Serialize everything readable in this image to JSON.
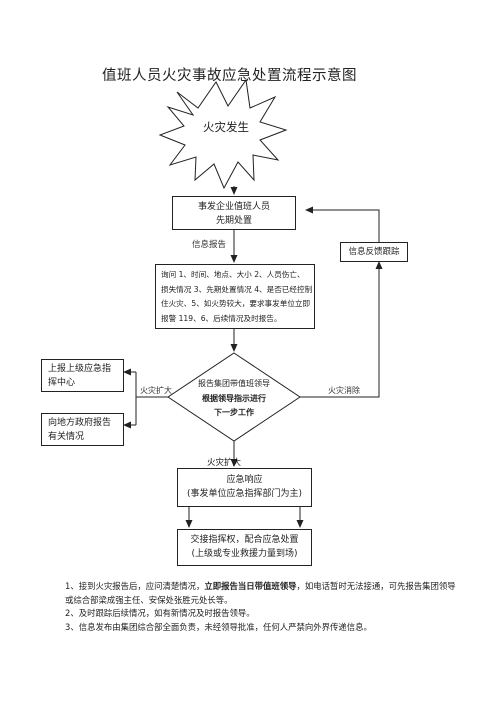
{
  "title": "值班人员火灾事故应急处置流程示意图",
  "start_node": "火灾发生",
  "box_initial": {
    "line1": "事发企业值班人员",
    "line2": "先期处置"
  },
  "label_info_report": "信息报告",
  "box_inquiry": {
    "line1": "询问 1、时间、地点、大小 2、人员伤亡、",
    "line2": "损失情况 3、先期处置情况 4、是否已经控制",
    "line3": "住火灾、5、如火势较大，要求事发单位立即",
    "line4": "报警 119、6、后续情况及时报告。"
  },
  "box_feedback": "信息反馈跟踪",
  "decision": {
    "line1": "报告集团带值班领导",
    "line2": "根据领导指示进行",
    "line3": "下一步工作"
  },
  "label_expand_left": "火灾扩大",
  "label_extinguish": "火灾消除",
  "label_expand_down": "火灾扩大",
  "box_report_upper": {
    "line1": "上报上级应急指",
    "line2": "挥中心"
  },
  "box_report_gov": {
    "line1": "向地方政府报告",
    "line2": "有关情况"
  },
  "box_response": {
    "line1": "应急响应",
    "line2": "(事发单位应急指挥部门为主)"
  },
  "box_handover": {
    "line1": "交接指挥权，配合应急处置",
    "line2": "(上级或专业救援力量到场)"
  },
  "notes": {
    "n1_pre": "1、接到火灾报告后，应问清楚情况，",
    "n1_bold": "立即报告当日带值班领导",
    "n1_post": "，如电话暂时无法接通，可先报告集团领导或综合部梁成强主任、安保处张胜元处长等。",
    "n2": "2、及时跟踪后续情况，如有新情况及时报告领导。",
    "n3": "3、信息发布由集团综合部全面负责，未经领导批准，任何人严禁向外界传递信息。"
  }
}
